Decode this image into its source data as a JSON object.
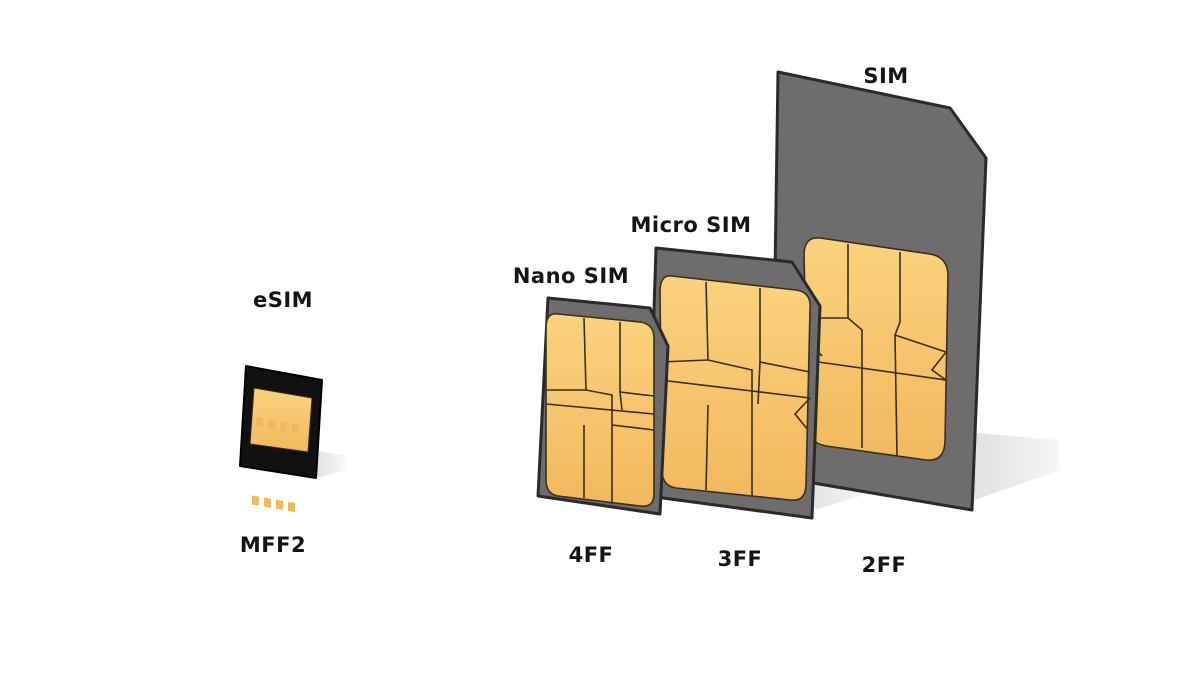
{
  "labels": {
    "esim_name": "eSIM",
    "esim_code": "MFF2",
    "nano_name": "Nano SIM",
    "nano_code": "4FF",
    "micro_name": "Micro SIM",
    "micro_code": "3FF",
    "sim_name": "SIM",
    "sim_code": "2FF"
  },
  "colors": {
    "card_gray": "#6e6c6c",
    "card_edge": "#2b2b2b",
    "chip_gold": "#f7c26a",
    "chip_line": "#3a2e1e",
    "esim_body": "#111111",
    "shadow": "#d9d9d9"
  }
}
